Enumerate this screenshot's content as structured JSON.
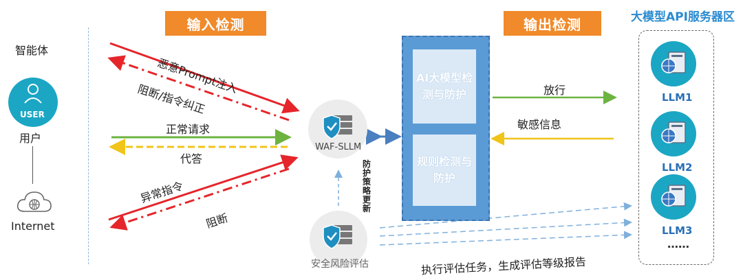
{
  "labels": {
    "input_detect": "输入检测",
    "output_detect": "输出检测",
    "api_zone_title": "大模型API服务器区",
    "agent": "智能体",
    "user": "用户",
    "user_badge": "USER",
    "internet": "Internet",
    "malicious_prompt": "恶意Prompt注入",
    "block_correct": "阻断/指令纠正",
    "normal_request": "正常请求",
    "answer": "代答",
    "abnormal_cmd": "异常指令",
    "block": "阻断",
    "waf": "WAF-SLLM",
    "policy_update": "防护策略更新",
    "security_eval": "安全风险评估",
    "ai_detect": "AI大模型检测与防护",
    "rule_detect": "规则检测与防护",
    "pass": "放行",
    "sensitive": "敏感信息",
    "eval_task": "执行评估任务，生成评估等级报告",
    "llm1": "LLM1",
    "llm2": "LLM2",
    "llm3": "LLM3",
    "more": "……"
  },
  "colors": {
    "tag_orange": "#f08a2a",
    "red_arrow": "#e5252a",
    "green_arrow": "#6cb33f",
    "yellow_arrow": "#f0c419",
    "panel_blue": "#5b9bd5",
    "llm_teal": "#1ba6c4",
    "title_blue": "#2a8bd0"
  }
}
